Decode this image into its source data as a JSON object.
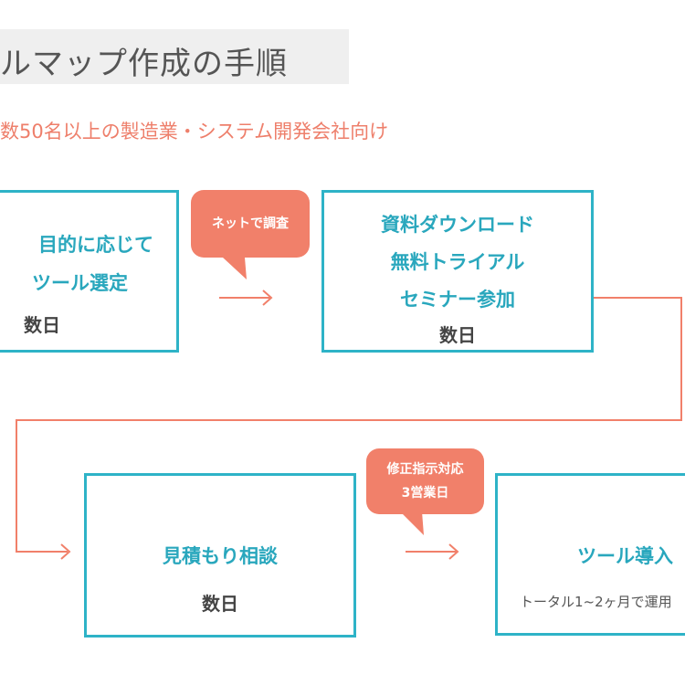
{
  "title": "ルマップ作成の手順",
  "subtitle": "数50名以上の製造業・システム開発会社向け",
  "colors": {
    "accent": "#2eb3c7",
    "arrow": "#f1806a",
    "heading": "#29a7bd"
  },
  "steps": [
    {
      "lines": [
        "目的に応じて",
        "ツール選定"
      ],
      "duration": "数日"
    },
    {
      "lines": [
        "資料ダウンロード",
        "無料トライアル",
        "セミナー参加"
      ],
      "duration": "数日"
    },
    {
      "lines": [
        "見積もり相談"
      ],
      "duration": "数日"
    },
    {
      "lines": [
        "ツール導入"
      ],
      "note": "トータル1~2ヶ月で運用"
    }
  ],
  "bubbles": [
    {
      "lines": [
        "ネットで調査"
      ]
    },
    {
      "lines": [
        "修正指示対応",
        "3営業日"
      ]
    }
  ]
}
